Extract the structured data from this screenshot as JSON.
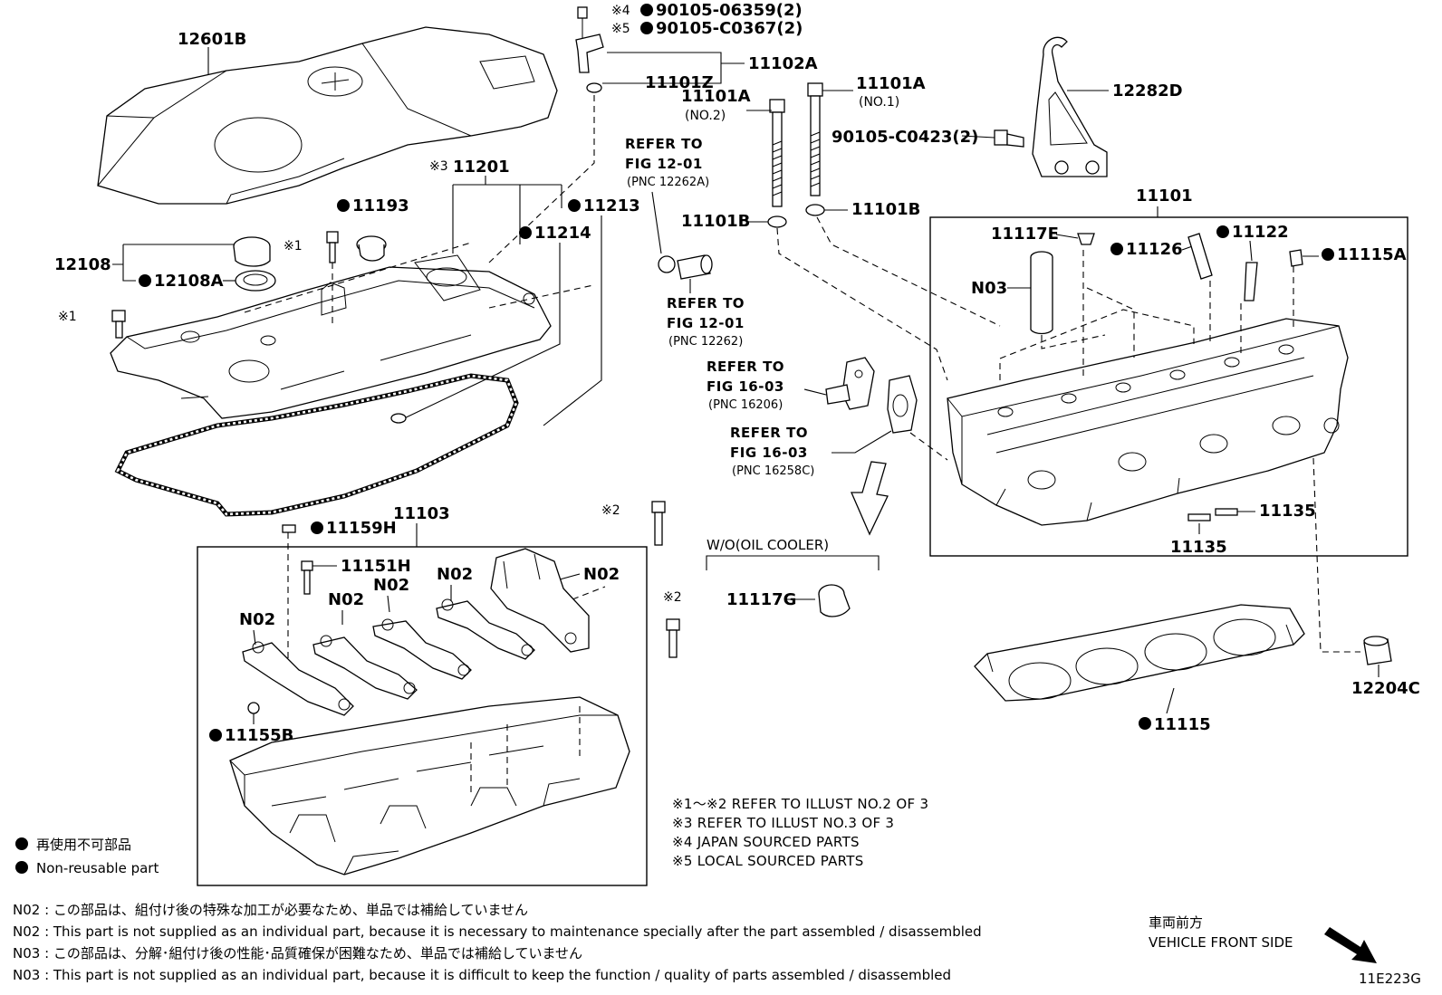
{
  "labels": {
    "l12601B": "12601B",
    "l90105_06359": "90105-06359(2)",
    "l90105_C0367": "90105-C0367(2)",
    "mark4": "※4",
    "mark5": "※5",
    "l11102A": "11102A",
    "l11101Z": "11101Z",
    "l11101A_no1": "11101A",
    "no1": "(NO.1)",
    "l11101A_no2": "11101A",
    "no2": "(NO.2)",
    "l12282D": "12282D",
    "l90105_C0423": "90105-C0423(2)",
    "l11201": "11201",
    "mark3": "※3",
    "l11193": "11193",
    "l11213": "11213",
    "l11214": "11214",
    "l12108": "12108",
    "l12108A": "12108A",
    "mark1a": "※1",
    "mark1b": "※1",
    "l11101B_a": "11101B",
    "l11101B_b": "11101B",
    "l11101": "11101",
    "l11117E": "11117E",
    "l11126": "11126",
    "l11122": "11122",
    "l11115A": "11115A",
    "lN03": "N03",
    "l11135a": "11135",
    "l11135b": "11135",
    "l11159H": "11159H",
    "l11103": "11103",
    "l11151H": "11151H",
    "lN02a": "N02",
    "lN02b": "N02",
    "lN02c": "N02",
    "lN02d": "N02",
    "lN02e": "N02",
    "l11155B": "11155B",
    "mark2a": "※2",
    "mark2b": "※2",
    "woOil": "W/O(OIL COOLER)",
    "l11117G": "11117G",
    "l12204C": "12204C",
    "l11115": "11115"
  },
  "refs": {
    "r1_line1": "REFER TO",
    "r1_line2": "FIG 12-01",
    "r1_line3": "(PNC 12262A)",
    "r2_line1": "REFER TO",
    "r2_line2": "FIG 12-01",
    "r2_line3": "(PNC 12262)",
    "r3_line1": "REFER TO",
    "r3_line2": "FIG 16-03",
    "r3_line3": "(PNC 16206)",
    "r4_line1": "REFER TO",
    "r4_line2": "FIG 16-03",
    "r4_line3": "(PNC 16258C)"
  },
  "notes": [
    "※1～※2  REFER TO ILLUST NO.2 OF 3",
    "※3 REFER TO ILLUST NO.3 OF 3",
    "※4 JAPAN SOURCED PARTS",
    "※5 LOCAL SOURCED PARTS"
  ],
  "legend": {
    "jp": "再使用不可部品",
    "en": "Non-reusable part"
  },
  "footnotes": [
    "N02 : この部品は、組付け後の特殊な加工が必要なため、単品では補給していません",
    "N02 : This part is not supplied as an individual part, because it is necessary to maintenance specially after the part assembled / disassembled",
    "N03 : この部品は、分解･組付け後の性能･品質確保が困難なため、単品では補給していません",
    "N03 : This part is not supplied as an individual part, because it is difficult to keep the function / quality of parts  assembled / disassembled"
  ],
  "front": {
    "jp": "車両前方",
    "en": "VEHICLE FRONT SIDE"
  },
  "figure_id": "11E223G"
}
